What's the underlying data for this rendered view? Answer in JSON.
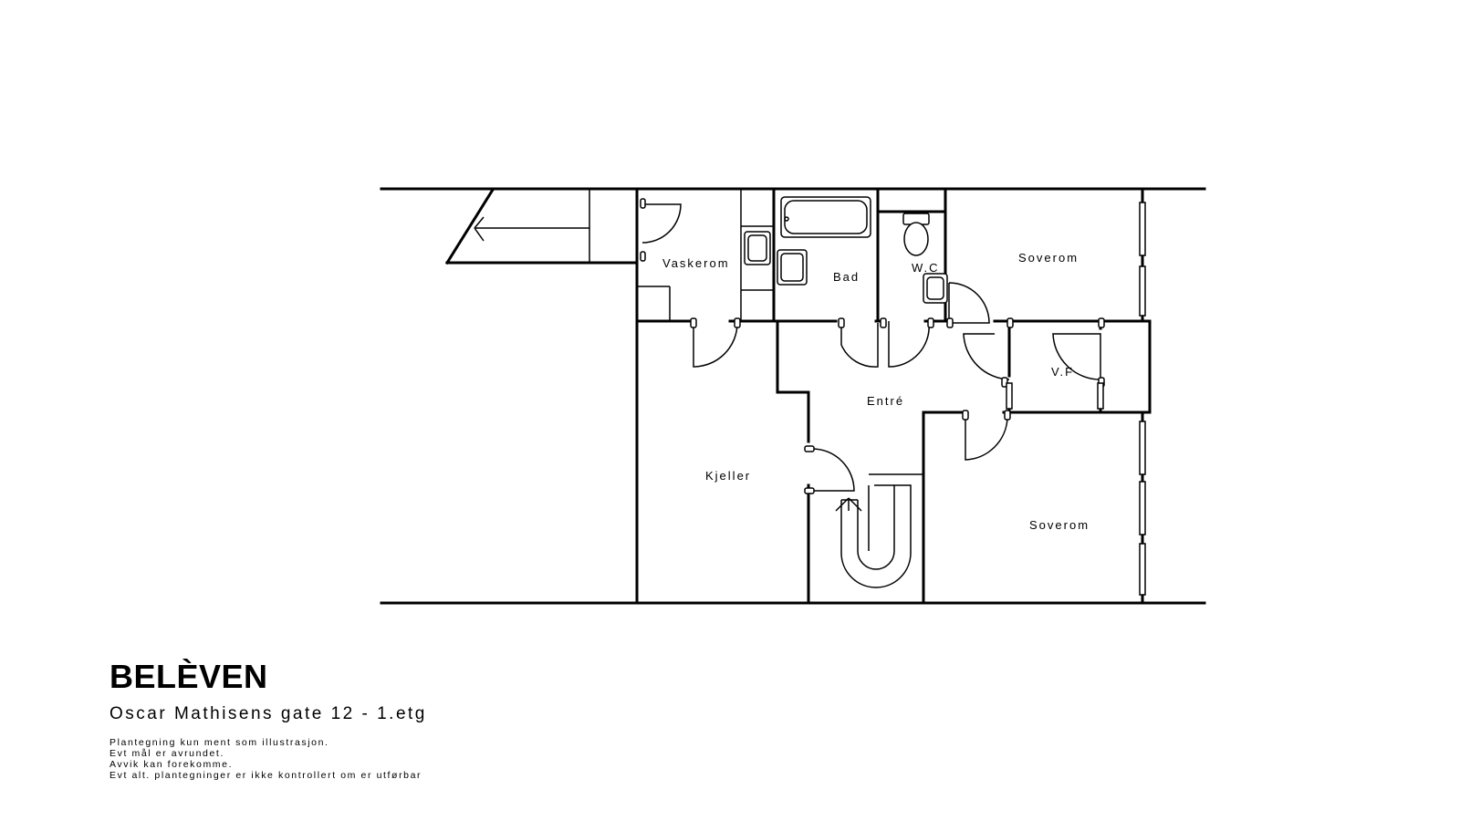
{
  "rooms": {
    "vaskerom": "Vaskerom",
    "bad": "Bad",
    "wc": "W.C",
    "soverom_top": "Soverom",
    "vf": "V.F",
    "entre": "Entré",
    "kjeller": "Kjeller",
    "soverom_bottom": "Soverom"
  },
  "title_block": {
    "brand": "BELÈVEN",
    "address": "Oscar Mathisens gate 12 - 1.etg",
    "notes": [
      "Plantegning kun ment som illustrasjon.",
      "Evt mål er avrundet.",
      "Avvik kan forekomme.",
      "Evt alt. plantegninger er ikke kontrollert om er utførbar"
    ]
  }
}
